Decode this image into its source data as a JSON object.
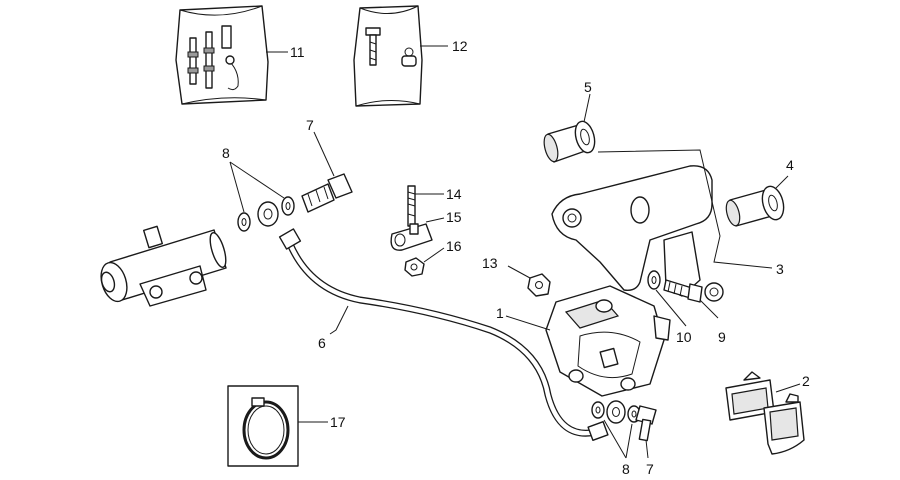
{
  "labels": {
    "l1": "1",
    "l2": "2",
    "l3": "3",
    "l4": "4",
    "l5": "5",
    "l6": "6",
    "l7a": "7",
    "l7b": "7",
    "l8a": "8",
    "l8b": "8",
    "l9": "9",
    "l10": "10",
    "l11": "11",
    "l12": "12",
    "l13": "13",
    "l14": "14",
    "l15": "15",
    "l16": "16",
    "l17": "17"
  }
}
